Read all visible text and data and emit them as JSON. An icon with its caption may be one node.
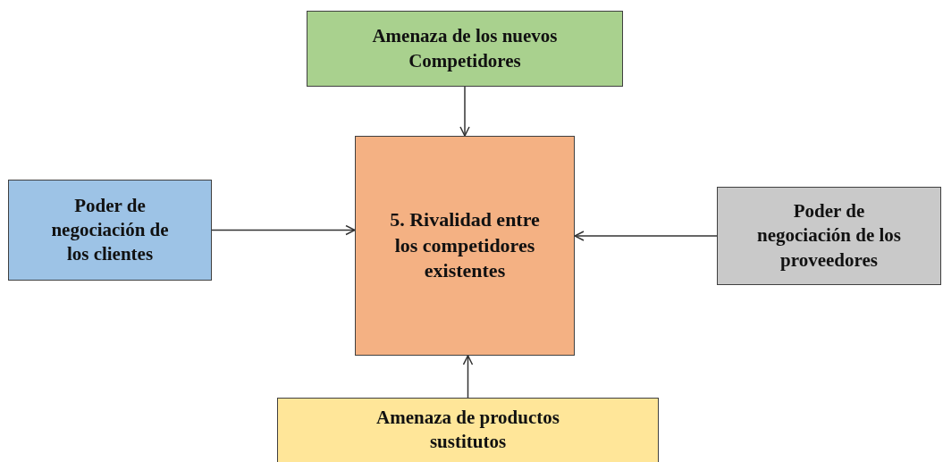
{
  "diagram": {
    "nodes": [
      {
        "text": [
          "Amenaza de los nuevos Competidores"
        ]
      },
      {
        "text": [
          "Poder de negociación de los clientes"
        ]
      },
      {
        "text": [
          "5. Rivalidad entre los competidores existentes"
        ]
      },
      {
        "text": [
          "Poder de negociación de los proveedores"
        ]
      },
      {
        "text": [
          "Amenaza de productos sustitutos"
        ]
      }
    ],
    "edges": [
      {
        "from": 0,
        "to": 2,
        "arrow": "to"
      },
      {
        "from": 1,
        "to": 2,
        "arrow": "to"
      },
      {
        "from": 3,
        "to": 2,
        "arrow": "to"
      },
      {
        "from": 4,
        "to": 2,
        "arrow": "to"
      }
    ]
  }
}
